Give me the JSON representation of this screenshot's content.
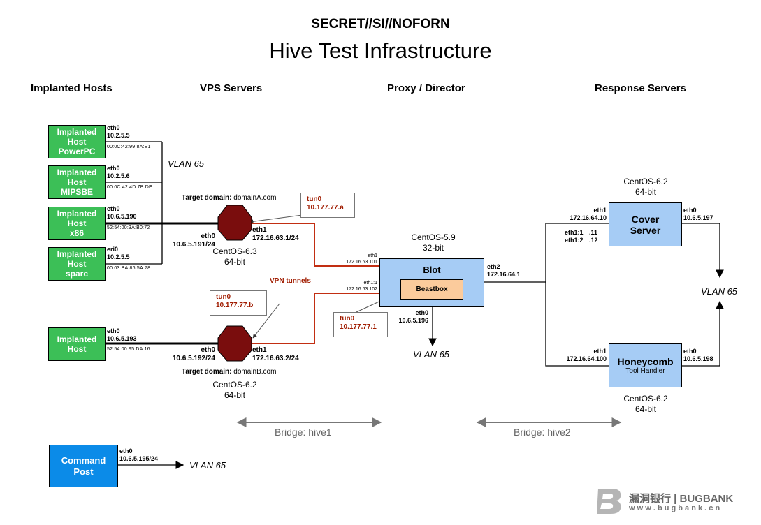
{
  "header": {
    "classification": "SECRET//SI//NOFORN",
    "title": "Hive Test Infrastructure"
  },
  "columns": {
    "implanted": "Implanted Hosts",
    "vps": "VPS Servers",
    "proxy": "Proxy / Director",
    "response": "Response Servers"
  },
  "implanted_hosts": [
    {
      "name1": "Implanted",
      "name2": "Host",
      "name3": "PowerPC",
      "iface": "eth0",
      "ip": "10.2.5.5",
      "mac": "00:0C:42:99:8A:E1"
    },
    {
      "name1": "Implanted",
      "name2": "Host",
      "name3": "MIPSBE",
      "iface": "eth0",
      "ip": "10.2.5.6",
      "mac": "00:0C:42:4D:7B:DE"
    },
    {
      "name1": "Implanted",
      "name2": "Host",
      "name3": "x86",
      "iface": "eth0",
      "ip": "10.6.5.190",
      "mac": "52:54:00:3A:B0:72"
    },
    {
      "name1": "Implanted",
      "name2": "Host",
      "name3": "sparc",
      "iface": "eri0",
      "ip": "10.2.5.5",
      "mac": "00:03:BA:86:5A:78"
    },
    {
      "name1": "Implanted",
      "name2": "Host",
      "name3": "",
      "iface": "eth0",
      "ip": "10.6.5.193",
      "mac": "52:54:00:95:DA:16"
    }
  ],
  "vlan_label": "VLAN 65",
  "vps_a": {
    "domain_label": "Target domain:",
    "domain": "domainA.com",
    "eth0": "eth0",
    "eth0_ip": "10.6.5.191/24",
    "eth1": "eth1",
    "eth1_ip": "172.16.63.1/24",
    "os1": "CentOS-6.3",
    "os2": "64-bit"
  },
  "vps_b": {
    "domain_label": "Target domain:",
    "domain": "domainB.com",
    "eth0": "eth0",
    "eth0_ip": "10.6.5.192/24",
    "eth1": "eth1",
    "eth1_ip": "172.16.63.2/24",
    "os1": "CentOS-6.2",
    "os2": "64-bit"
  },
  "callouts": {
    "tun_a": {
      "name": "tun0",
      "ip": "10.177.77.a"
    },
    "tun_b": {
      "name": "tun0",
      "ip": "10.177.77.b"
    },
    "tun_1": {
      "name": "tun0",
      "ip": "10.177.77.1"
    },
    "vpn": "VPN tunnels"
  },
  "blot": {
    "os1": "CentOS-5.9",
    "os2": "32-bit",
    "name": "Blot",
    "inner": "Beastbox",
    "eth1": "eth1",
    "eth1_ip": "172.16.63.101",
    "eth11": "eth1:1",
    "eth11_ip": "172.16.63.102",
    "eth2": "eth2",
    "eth2_ip": "172.16.64.1",
    "eth0": "eth0",
    "eth0_ip": "10.6.5.196"
  },
  "cover": {
    "os1": "CentOS-6.2",
    "os2": "64-bit",
    "name1": "Cover",
    "name2": "Server",
    "eth1": "eth1",
    "eth1_ip": "172.16.64.10",
    "alias1": "eth1:1",
    "alias1_ip": ".11",
    "alias2": "eth1:2",
    "alias2_ip": ".12",
    "eth0": "eth0",
    "eth0_ip": "10.6.5.197"
  },
  "honeycomb": {
    "os1": "CentOS-6.2",
    "os2": "64-bit",
    "name": "Honeycomb",
    "sub": "Tool Handler",
    "eth1": "eth1",
    "eth1_ip": "172.16.64.100",
    "eth0": "eth0",
    "eth0_ip": "10.6.5.198"
  },
  "command_post": {
    "name1": "Command",
    "name2": "Post",
    "eth0": "eth0",
    "eth0_ip": "10.6.5.195/24"
  },
  "bridges": {
    "hive1": "Bridge: hive1",
    "hive2": "Bridge: hive2"
  },
  "watermark": {
    "brand": "漏洞银行 | BUGBANK",
    "url": "w w w . b u g b a n k . c n"
  },
  "colors": {
    "green": "#3cbf57",
    "blue": "#a6ccf5",
    "command": "#0b8be8",
    "beastbox": "#fbcb9c",
    "hex": "#7a0d0d",
    "tunnel": "#c22e12"
  }
}
